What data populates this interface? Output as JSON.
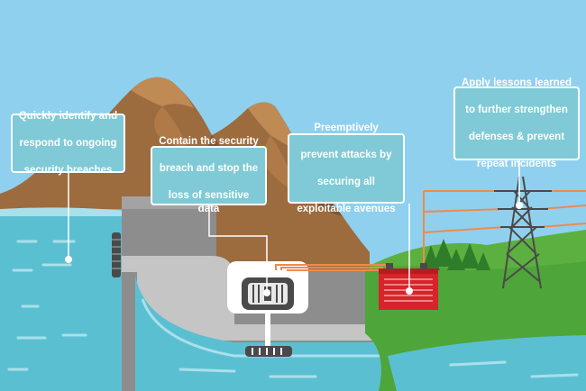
{
  "callouts": {
    "identify": {
      "lines": [
        "Quickly identify and",
        "respond to ongoing",
        "security breaches"
      ]
    },
    "contain": {
      "lines": [
        "Contain the security",
        "breach and stop the",
        "loss of sensitive data"
      ]
    },
    "prevent": {
      "lines": [
        "Preemptively",
        "prevent attacks by",
        "securing all",
        "exploitable avenues"
      ]
    },
    "lessons": {
      "lines": [
        "Apply lessons learned",
        "to further strengthen",
        "defenses & prevent",
        "repeat incidents"
      ]
    }
  },
  "colors": {
    "sky": "#8fd0ef",
    "water": "#5bbfd2",
    "mountain": "#9c6b3e",
    "grass": "#4ea53a",
    "dam": "#8d8d8d",
    "transformer": "#d8232a",
    "wire": "#f08a4b",
    "callout_fill": "#7fcad6"
  }
}
